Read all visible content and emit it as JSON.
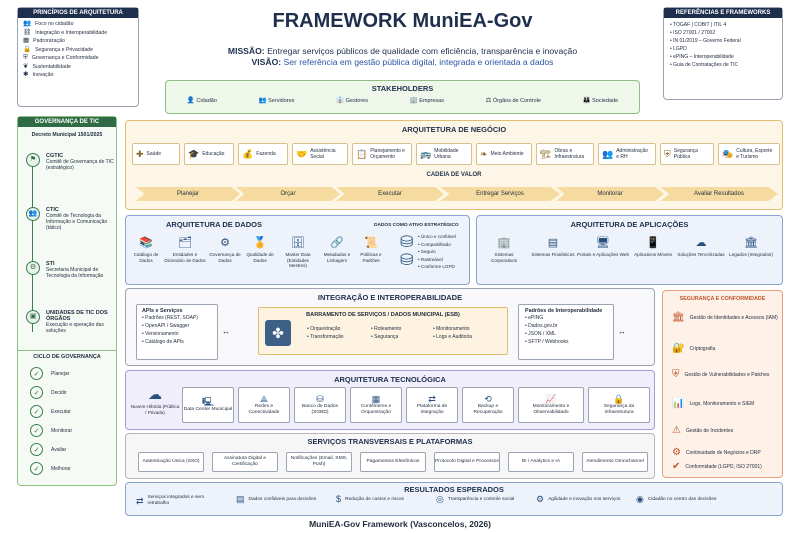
{
  "title": "FRAMEWORK MuniEA-Gov",
  "missao_label": "MISSÃO:",
  "missao_text": "Entregar serviços públicos de qualidade com eficiência, transparência e inovação",
  "visao_label": "VISÃO:",
  "visao_text": "Ser referência em gestão pública digital, integrada e orientada a dados",
  "principles": {
    "header": "PRINCÍPIOS DE ARQUITETURA",
    "items": [
      "Foco no cidadão",
      "Integração e Interoperabilidade",
      "Padronização",
      "Segurança e Privacidade",
      "Governança e Conformidade",
      "Sustentabilidade",
      "Inovação"
    ]
  },
  "references": {
    "header": "REFERÊNCIAS E FRAMEWORKS",
    "items": [
      "TOGAF | COBIT | ITIL 4",
      "ISO 27001 / 27002",
      "IN 01/2019 – Governo Federal",
      "LGPD",
      "ePING – Interoperabilidade",
      "Guia de Contratações de TIC"
    ]
  },
  "stakeholders": {
    "header": "STAKEHOLDERS",
    "items": [
      "Cidadão",
      "Servidores",
      "Gestores",
      "Empresas",
      "Órgãos de Controle",
      "Sociedade"
    ]
  },
  "governance": {
    "header": "GOVERNANÇA DE TIC",
    "decree": "Decreto Municipal 1501/2025",
    "bodies": [
      {
        "name": "CGTIC",
        "desc": "Comitê de Governança de TIC (estratégico)"
      },
      {
        "name": "CTIC",
        "desc": "Comitê de Tecnologia da Informação e Comunicação (tático)"
      },
      {
        "name": "STI",
        "desc": "Secretaria Municipal de Tecnologia da Informação"
      },
      {
        "name": "UNIDADES DE TIC DOS ÓRGÃOS",
        "desc": "Execução e operação das soluções"
      }
    ],
    "cycle_header": "CICLO DE GOVERNANÇA",
    "cycle": [
      "Planejar",
      "Decidir",
      "Executar",
      "Monitorar",
      "Avaliar",
      "Melhorar"
    ]
  },
  "business": {
    "header": "ARQUITETURA DE NEGÓCIO",
    "items": [
      "Saúde",
      "Educação",
      "Fazenda",
      "Assistência Social",
      "Planejamento e Orçamento",
      "Mobilidade Urbana",
      "Meio Ambiente",
      "Obras e Infraestrutura",
      "Administração e RH",
      "Segurança Pública",
      "Cultura, Esporte e Turismo"
    ],
    "value_chain_header": "CADEIA DE VALOR",
    "value_chain": [
      "Planejar",
      "Orçar",
      "Executar",
      "Entregar Serviços",
      "Monitorar",
      "Avaliar Resultados"
    ]
  },
  "data_arch": {
    "header": "ARQUITETURA DE DADOS",
    "items": [
      "Catálogo de Dados",
      "Entidades e Dicionário de Dados",
      "Governança de Dados",
      "Qualidade de Dados",
      "Master Data (Entidades Mestres)",
      "Metadados e Linhagem",
      "Políticas e Padrões"
    ],
    "asset_header": "DADOS COMO ATIVO ESTRATÉGICO",
    "asset_items": [
      "Único e confiável",
      "Compartilhado",
      "Seguro",
      "Rastreável",
      "Conforme LGPD"
    ]
  },
  "app_arch": {
    "header": "ARQUITETURA DE APLICAÇÕES",
    "items": [
      "Sistemas Corporativos",
      "Sistemas Finalísticos",
      "Portais e Aplicações Web",
      "Aplicativos Móveis",
      "Soluções Terceirizadas",
      "Legados (Integrados)"
    ]
  },
  "integration": {
    "header": "INTEGRAÇÃO E INTEROPERABILIDADE",
    "api_header": "APIs e Serviços",
    "api_items": [
      "Padrões (REST, SOAP)",
      "OpenAPI / Swagger",
      "Versionamento",
      "Catálogo de APIs"
    ],
    "esb_header": "BARRAMENTO DE SERVIÇOS / DADOS MUNICIPAL (ESB)",
    "esb_items": [
      "Orquestração",
      "Roteamento",
      "Monitoramento",
      "Transformação",
      "Segurança",
      "Logs e Auditoria"
    ],
    "std_header": "Padrões de Interoperabilidade",
    "std_items": [
      "ePING",
      "Dados.gov.br",
      "JSON / XML",
      "SFTP / Webhooks"
    ]
  },
  "tech": {
    "header": "ARQUITETURA TECNOLÓGICA",
    "cloud": "Nuvem Híbrida (Pública / Privada)",
    "items": [
      "Data Center Municipal",
      "Redes e Conectividade",
      "Banco de Dados (SGBD)",
      "Contêineres e Orquestração",
      "Plataforma de Integração",
      "Backup e Recuperação",
      "Monitoramento e Observabilidade",
      "Segurança da Infraestrutura"
    ]
  },
  "transversal": {
    "header": "SERVIÇOS TRANSVERSAIS E PLATAFORMAS",
    "items": [
      "Autenticação Única (SSO)",
      "Assinatura Digital e Certificação",
      "Notificações (Email, SMS, Push)",
      "Pagamentos Eletrônicos",
      "Protocolo Digital e Processos",
      "BI / Analytics e IA",
      "Atendimento Omnichannel"
    ]
  },
  "results": {
    "header": "RESULTADOS ESPERADOS",
    "items": [
      "Serviços integrados e sem retrabalho",
      "Dados confiáveis para decisões",
      "Redução de custos e riscos",
      "Transparência e controle social",
      "Agilidade e inovação nos serviços",
      "Cidadão no centro das decisões"
    ]
  },
  "security": {
    "header": "SEGURANÇA E CONFORMIDADE",
    "items": [
      "Gestão de Identidades e Acessos (IAM)",
      "Criptografia",
      "Gestão de Vulnerabilidades e Patches",
      "Logs, Monitoramento e SIEM",
      "Gestão de Incidentes",
      "Continuidade de Negócios e DRP",
      "Conformidade (LGPD, ISO 27001)"
    ]
  },
  "caption": "MuniEA-Gov Framework (Vasconcelos, 2026)"
}
